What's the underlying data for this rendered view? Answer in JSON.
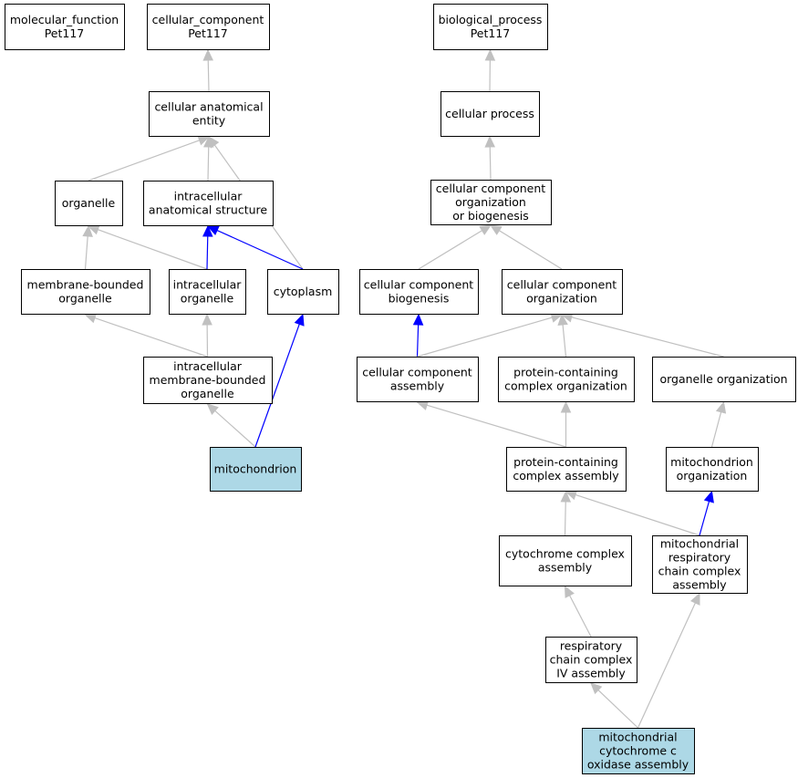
{
  "colors": {
    "node_fill": "#ffffff",
    "highlight_fill": "#add8e6",
    "edge_is_a": "#c0c0c0",
    "edge_part_of": "#0000ff"
  },
  "nodes": [
    {
      "id": "mf_root",
      "lines": [
        "molecular_function",
        "Pet117"
      ],
      "highlight": false
    },
    {
      "id": "cc_root",
      "lines": [
        "cellular_component",
        "Pet117"
      ],
      "highlight": false
    },
    {
      "id": "bp_root",
      "lines": [
        "biological_process",
        "Pet117"
      ],
      "highlight": false
    },
    {
      "id": "cae",
      "lines": [
        "cellular anatomical",
        "entity"
      ],
      "highlight": false
    },
    {
      "id": "cp",
      "lines": [
        "cellular process"
      ],
      "highlight": false
    },
    {
      "id": "organelle",
      "lines": [
        "organelle"
      ],
      "highlight": false
    },
    {
      "id": "ias",
      "lines": [
        "intracellular",
        "anatomical structure"
      ],
      "highlight": false
    },
    {
      "id": "ccob",
      "lines": [
        "cellular component",
        "organization",
        "or biogenesis"
      ],
      "highlight": false
    },
    {
      "id": "mbo",
      "lines": [
        "membrane-bounded",
        "organelle"
      ],
      "highlight": false
    },
    {
      "id": "io",
      "lines": [
        "intracellular",
        "organelle"
      ],
      "highlight": false
    },
    {
      "id": "cytoplasm",
      "lines": [
        "cytoplasm"
      ],
      "highlight": false
    },
    {
      "id": "ccb",
      "lines": [
        "cellular component",
        "biogenesis"
      ],
      "highlight": false
    },
    {
      "id": "cco",
      "lines": [
        "cellular component",
        "organization"
      ],
      "highlight": false
    },
    {
      "id": "imbo",
      "lines": [
        "intracellular",
        "membrane-bounded",
        "organelle"
      ],
      "highlight": false
    },
    {
      "id": "cca",
      "lines": [
        "cellular component",
        "assembly"
      ],
      "highlight": false
    },
    {
      "id": "pcco",
      "lines": [
        "protein-containing",
        "complex organization"
      ],
      "highlight": false
    },
    {
      "id": "oo",
      "lines": [
        "organelle organization"
      ],
      "highlight": false
    },
    {
      "id": "mito",
      "lines": [
        "mitochondrion"
      ],
      "highlight": true
    },
    {
      "id": "pcca",
      "lines": [
        "protein-containing",
        "complex assembly"
      ],
      "highlight": false
    },
    {
      "id": "mo",
      "lines": [
        "mitochondrion",
        "organization"
      ],
      "highlight": false
    },
    {
      "id": "cyca",
      "lines": [
        "cytochrome complex",
        "assembly"
      ],
      "highlight": false
    },
    {
      "id": "mrcca",
      "lines": [
        "mitochondrial",
        "respiratory",
        "chain complex",
        "assembly"
      ],
      "highlight": false
    },
    {
      "id": "rc4a",
      "lines": [
        "respiratory",
        "chain complex",
        "IV assembly"
      ],
      "highlight": false
    },
    {
      "id": "mcoa",
      "lines": [
        "mitochondrial",
        "cytochrome c",
        "oxidase assembly"
      ],
      "highlight": true
    }
  ],
  "edges": [
    {
      "from": "cae",
      "to": "cc_root",
      "type": "is_a"
    },
    {
      "from": "organelle",
      "to": "cae",
      "type": "is_a"
    },
    {
      "from": "ias",
      "to": "cae",
      "type": "is_a"
    },
    {
      "from": "cytoplasm",
      "to": "cae",
      "type": "is_a"
    },
    {
      "from": "mbo",
      "to": "organelle",
      "type": "is_a"
    },
    {
      "from": "io",
      "to": "organelle",
      "type": "is_a"
    },
    {
      "from": "io",
      "to": "ias",
      "type": "part_of"
    },
    {
      "from": "cytoplasm",
      "to": "ias",
      "type": "part_of"
    },
    {
      "from": "imbo",
      "to": "mbo",
      "type": "is_a"
    },
    {
      "from": "imbo",
      "to": "io",
      "type": "is_a"
    },
    {
      "from": "mito",
      "to": "imbo",
      "type": "is_a"
    },
    {
      "from": "mito",
      "to": "cytoplasm",
      "type": "part_of"
    },
    {
      "from": "cp",
      "to": "bp_root",
      "type": "is_a"
    },
    {
      "from": "ccob",
      "to": "cp",
      "type": "is_a"
    },
    {
      "from": "ccb",
      "to": "ccob",
      "type": "is_a"
    },
    {
      "from": "cco",
      "to": "ccob",
      "type": "is_a"
    },
    {
      "from": "cca",
      "to": "ccb",
      "type": "part_of"
    },
    {
      "from": "cca",
      "to": "cco",
      "type": "is_a"
    },
    {
      "from": "pcco",
      "to": "cco",
      "type": "is_a"
    },
    {
      "from": "oo",
      "to": "cco",
      "type": "is_a"
    },
    {
      "from": "pcca",
      "to": "cca",
      "type": "is_a"
    },
    {
      "from": "pcca",
      "to": "pcco",
      "type": "is_a"
    },
    {
      "from": "mo",
      "to": "oo",
      "type": "is_a"
    },
    {
      "from": "cyca",
      "to": "pcca",
      "type": "is_a"
    },
    {
      "from": "mrcca",
      "to": "pcca",
      "type": "is_a"
    },
    {
      "from": "mrcca",
      "to": "mo",
      "type": "part_of"
    },
    {
      "from": "rc4a",
      "to": "cyca",
      "type": "is_a"
    },
    {
      "from": "mcoa",
      "to": "rc4a",
      "type": "is_a"
    },
    {
      "from": "mcoa",
      "to": "mrcca",
      "type": "is_a"
    }
  ]
}
